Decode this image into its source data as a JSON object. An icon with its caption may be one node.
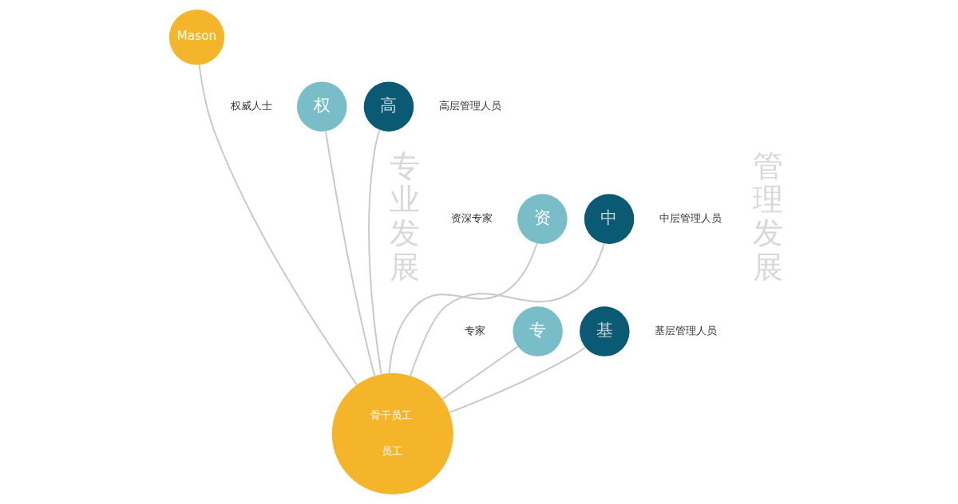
{
  "diagram": {
    "nodes": [
      {
        "text": [
          "Mason"
        ]
      },
      {
        "text": [
          "权"
        ],
        "beside": [
          "权威人士"
        ]
      },
      {
        "text": [
          "高"
        ],
        "beside": [
          "高层管理人员"
        ]
      },
      {
        "text": [
          "资"
        ],
        "beside": [
          "资深专家"
        ]
      },
      {
        "text": [
          "中"
        ],
        "beside": [
          "中层管理人员"
        ]
      },
      {
        "text": [
          "专"
        ],
        "beside": [
          "专家"
        ]
      },
      {
        "text": [
          "基"
        ],
        "beside": [
          "基层管理人员"
        ]
      },
      {
        "text": [
          "骨干员工",
          "员工"
        ]
      }
    ],
    "edges": [
      {
        "from": 7,
        "to": 0,
        "arrow": "none"
      },
      {
        "from": 7,
        "to": 1,
        "arrow": "none"
      },
      {
        "from": 7,
        "to": 2,
        "arrow": "none"
      },
      {
        "from": 7,
        "to": 3,
        "arrow": "none"
      },
      {
        "from": 7,
        "to": 4,
        "arrow": "none"
      },
      {
        "from": 7,
        "to": 5,
        "arrow": "none"
      },
      {
        "from": 7,
        "to": 6,
        "arrow": "none"
      }
    ],
    "labels": [
      "专业发展",
      "管理发展"
    ]
  }
}
